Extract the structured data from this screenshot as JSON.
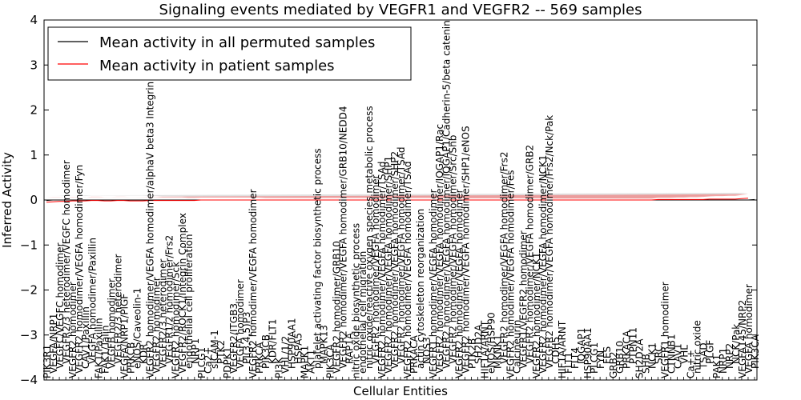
{
  "chart_data": {
    "type": "line",
    "title": "Signaling events mediated by VEGFR1 and VEGFR2 -- 569 samples",
    "xlabel": "Cellular Entities",
    "ylabel": "Inferred Activity",
    "ylim": [
      -4,
      4
    ],
    "yticks": [
      -4,
      -3,
      -2,
      -1,
      0,
      1,
      2,
      3,
      4
    ],
    "grid": false,
    "legend_position": "top-left",
    "colors": {
      "permuted": "#000000",
      "patient": "#ff0000",
      "band": "#f08080",
      "band_gray": "#bbbbbb"
    },
    "categories": [
      "PIK3R1",
      "VEGFA/NRP1",
      "VEGFC/VEGFC homodimer",
      "VEGFR2/3 heterodimer/VEGFC homodimer",
      "VEGFR2 homodimer",
      "VEGFR2 homodimer/VEGFA homodimer/Fyn",
      "CAV1/Paxillin",
      "VEGFA homodimer/Paxillin",
      "FAK1/Paxillin",
      "FAK1/Talin",
      "VEGFB homodimer",
      "VEGFR2/3 heterodimer",
      "VEGFA/NRP1/PlGF",
      "PRKCB",
      "eNOS/Caveolin-1",
      "KDR",
      "VEGFR2 homodimer/VEGFA homodimer/alphaV beta3 Integrin",
      "VEGFR2 homodimer",
      "VEGFR2/3 heterodimer",
      "VEGFR1/2 homodimer/Frs2",
      "VEGFR2 homodimer/Sck",
      "VEGFR2/ROCK1/Integrin Complex",
      "endothelial cell proliferation",
      "NRP1",
      "PLCG1",
      "Ca2+",
      "sICAM-1",
      "PTK2",
      "PDPK1",
      "VEGFR2/ITGB3",
      "VEGFA homodimer",
      "PI(3,4,5)P3",
      "VEGFR2 homodimer/VEGFA homodimer",
      "PRKCA",
      "PIK3CB",
      "KDR/FLT1",
      "PI3K",
      "VHL/1/2",
      "HSP90AA1",
      "HSPA5",
      "MAPK1",
      "AKT1",
      "platelet activating factor biosynthetic process",
      "MAPK13",
      "PIK3CA",
      "VEGFR2 homodimer/GRB10",
      "VEGFR2 homodimer/VEGFA homodimer/GRB10/NEDD4",
      "RAP1A",
      "nitric oxide biosynthetic process",
      "endothelial cell migration",
      "nitric oxide/reactive oxygen species metabolic process",
      "VEGFR2 homodimer/VEGFA homodimer",
      "VEGFR2 homodimer/VEGFA homodimer/TSAd",
      "VEGFR2 homodimer/VEGFA homodimer/SHP1",
      "VEGFR2 homodimer/VEGFA homodimer/SHP2",
      "VEGFR2 homodimer/VEGFA homodimer/TSAd",
      "VEGFR2 homodimer/VEGFA homodimer/TSAd",
      "PRKACA",
      "actin cytoskeleton reorganization",
      "NOS3",
      "VEGFR1 homodimer/VEGFA homodimer",
      "VEGFR2 homodimer/VEGFA homodimer/IQGAP1/Rac",
      "VEGFR2 homodimer/VEGFA homodimer/IQGAP1/Cadherin-5/beta catenin",
      "VEGFR2 homodimer/VEGFA homodimer/Src/Shb",
      "VEGFR2 homodimer/VEGFA homodimer",
      "VEGFR2 homodimer/VEGFA homodimer/SHP1/eNOS",
      "PTK2B",
      "SH2D2A",
      "HIF1A/ARNT",
      "eNOS/HSP90",
      "MKNK1",
      "VEGFR2 homodimer/VEGFA homodimer/Frs2",
      "VEGFR2 homodimer/VEGFA homodimer/Fes",
      "Calcineurin",
      "VEGFR1/VEGFR2 homodimer",
      "VEGFR2 homodimer/VEGFA homodimer/GRB2",
      "VEGFR2 homodimer/NCK1",
      "VEGFR2 homodimer/VEGFA homodimer/NCK1",
      "VEGFR2 homodimer/VEGFA homodimer/Frs2/Nck/Pak",
      "CDH5",
      "HIF1A/ARNT",
      "FLT1",
      "FLT4",
      "IQGAP1",
      "HSP90AA1",
      "PLCG1",
      "FYN",
      "FES",
      "GRB2",
      "GRB10",
      "PRKACA",
      "PTPN11",
      "SH2D2A",
      "SHB",
      "NCK1",
      "SRC",
      "VEGFR1 homodimer",
      "CTNNB1",
      "CAV1",
      "VHL",
      "Ca++",
      "nitric oxide",
      "TSAD",
      "PLGF",
      "PAK1",
      "NRP1",
      "NRP2",
      "NCK/Pak",
      "VEGFA145/NRP2",
      "VEGFA homodimer",
      "PIK3CA"
    ],
    "series": [
      {
        "name": "Mean activity in all permuted samples",
        "values": [
          -0.01,
          0,
          0,
          0,
          0,
          0,
          0,
          0,
          0,
          0,
          0,
          0,
          0,
          0,
          0,
          0,
          0,
          0,
          0,
          0,
          0,
          0,
          0,
          0,
          0,
          0,
          0,
          0,
          0,
          0,
          0,
          0,
          0,
          0,
          0,
          0,
          0,
          0,
          0,
          0,
          0,
          0,
          0,
          0,
          0,
          0,
          0,
          0,
          0,
          0,
          0,
          0,
          0,
          0,
          0,
          0,
          0,
          0,
          0,
          0,
          0,
          0,
          0,
          0,
          0,
          0,
          0,
          0,
          0,
          0,
          0,
          0,
          0,
          0,
          0,
          0,
          0,
          0,
          0,
          0,
          0,
          0,
          0,
          0,
          0,
          0,
          0,
          0,
          0,
          0,
          0,
          0,
          0,
          0,
          0,
          0,
          0,
          0,
          0,
          0,
          0,
          0,
          0,
          0,
          0,
          0,
          0,
          0,
          0,
          0,
          0.01
        ]
      },
      {
        "name": "Mean activity in patient samples",
        "values": [
          -0.05,
          -0.04,
          -0.03,
          -0.03,
          -0.02,
          -0.02,
          -0.02,
          -0.01,
          -0.01,
          -0.02,
          -0.02,
          -0.01,
          -0.01,
          -0.02,
          -0.02,
          -0.02,
          -0.01,
          -0.01,
          -0.01,
          -0.01,
          -0.01,
          -0.01,
          -0.01,
          -0.01,
          0,
          0,
          0,
          0,
          0,
          0,
          0,
          0,
          0,
          0,
          0,
          0,
          0,
          0,
          0,
          0,
          0,
          0,
          0,
          0,
          0,
          0,
          0,
          0,
          0,
          0,
          0,
          0,
          0,
          0,
          0,
          0,
          0,
          0,
          0,
          0,
          0,
          0,
          0,
          0,
          0,
          0,
          0,
          0,
          0,
          0,
          0,
          0,
          0,
          0,
          0,
          0,
          0,
          0,
          0,
          0,
          0,
          0,
          0,
          0,
          0,
          0,
          0,
          0,
          0,
          0,
          0,
          0,
          0,
          0,
          0,
          0.01,
          0.01,
          0.01,
          0.01,
          0.01,
          0.01,
          0.01,
          0.01,
          0.02,
          0.02,
          0.02,
          0.02,
          0.02,
          0.03,
          0.04
        ]
      }
    ],
    "band_halfwidth": [
      0.15,
      0.14,
      0.13,
      0.12,
      0.12,
      0.12,
      0.11,
      0.11,
      0.11,
      0.12,
      0.12,
      0.11,
      0.11,
      0.12,
      0.12,
      0.12,
      0.1,
      0.1,
      0.09,
      0.09,
      0.09,
      0.09,
      0.08,
      0.08,
      0.07,
      0.07,
      0.07,
      0.07,
      0.07,
      0.07,
      0.07,
      0.07,
      0.07,
      0.07,
      0.06,
      0.06,
      0.06,
      0.06,
      0.06,
      0.06,
      0.06,
      0.06,
      0.06,
      0.06,
      0.06,
      0.06,
      0.06,
      0.06,
      0.06,
      0.06,
      0.06,
      0.06,
      0.06,
      0.06,
      0.06,
      0.06,
      0.06,
      0.06,
      0.06,
      0.06,
      0.06,
      0.06,
      0.06,
      0.06,
      0.06,
      0.05,
      0.05,
      0.05,
      0.05,
      0.05,
      0.05,
      0.05,
      0.05,
      0.05,
      0.05,
      0.05,
      0.05,
      0.05,
      0.05,
      0.04,
      0.04,
      0.04,
      0.04,
      0.04,
      0.04,
      0.04,
      0.04,
      0.04,
      0.04,
      0.04,
      0.04,
      0.04,
      0.04,
      0.04,
      0.04,
      0.05,
      0.05,
      0.05,
      0.06,
      0.06,
      0.07,
      0.07,
      0.08,
      0.08,
      0.09,
      0.09,
      0.1,
      0.1,
      0.11,
      0.12,
      0.14
    ]
  }
}
